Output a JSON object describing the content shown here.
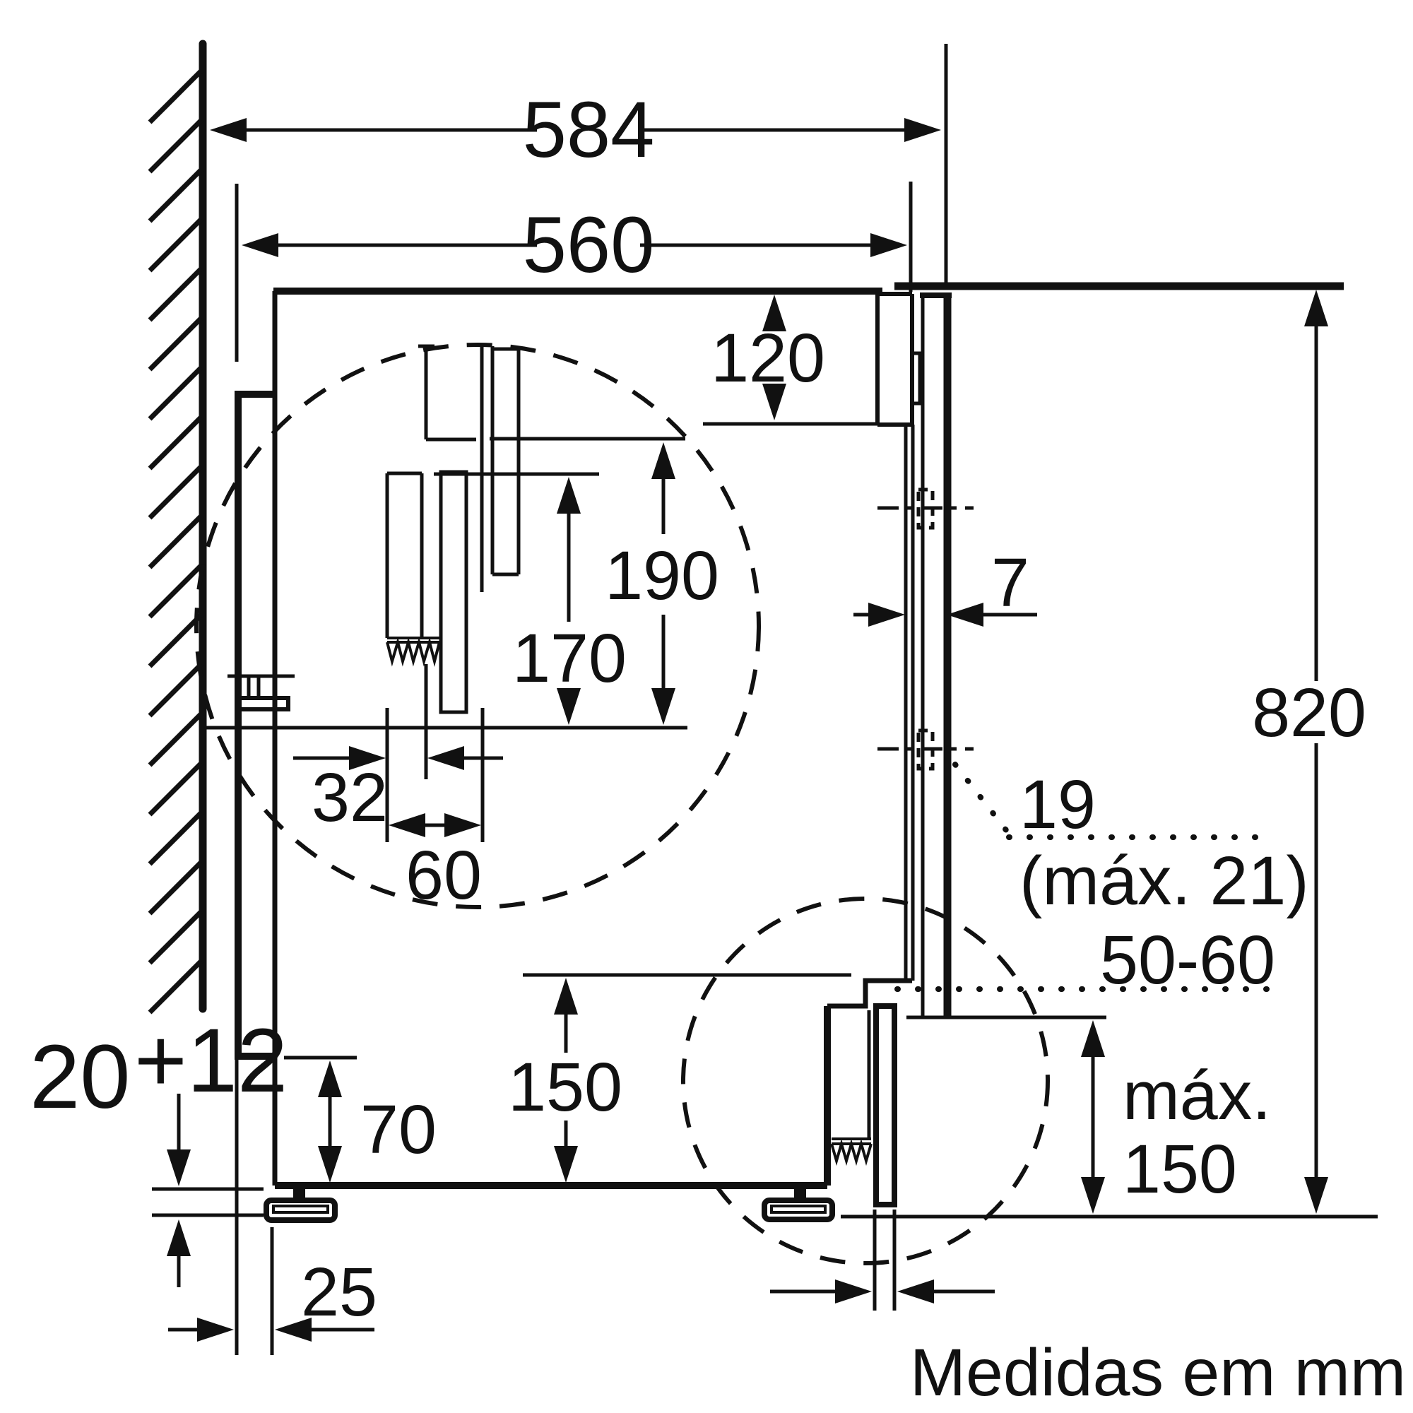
{
  "caption": "Medidas em mm",
  "dims": {
    "total_depth": "584",
    "niche_depth": "560",
    "top_clearance": "120",
    "drain_height": "190",
    "inlet_height": "170",
    "front_gap": "7",
    "appliance_height": "820",
    "hose_gap_small": "32",
    "hose_gap_large": "60",
    "door_thickness": "19",
    "door_thickness_max": "(máx. 21)",
    "plinth_setback": "50-60",
    "plinth_recess_height": "150",
    "rear_channel_height": "70",
    "foot_adjust_base": "20",
    "foot_adjust_extra": "+12",
    "plinth_max_label": "máx.",
    "plinth_max_value": "150",
    "rear_hose_space": "25"
  }
}
